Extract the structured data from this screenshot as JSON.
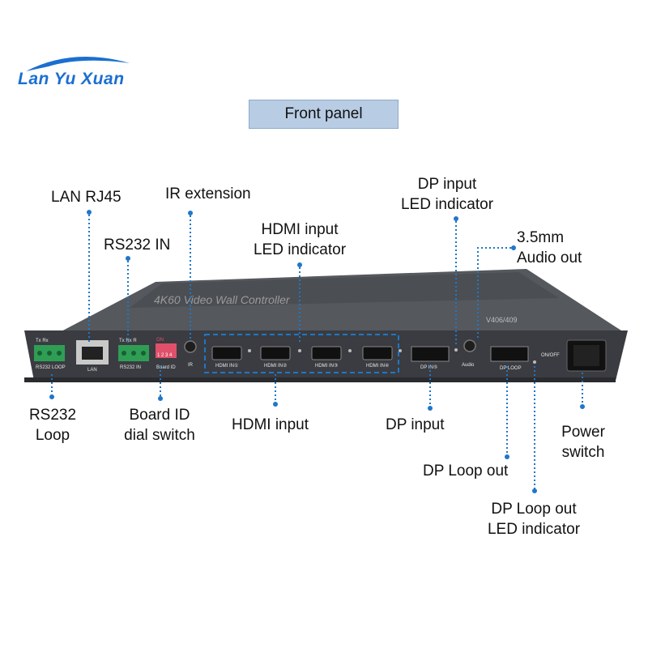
{
  "brand": {
    "logo_text": "Lan Yu Xuan",
    "color": "#1a6fd1"
  },
  "title": "Front panel",
  "device": {
    "model_text": "4K60 Video Wall Controller",
    "model_code": "V406/409",
    "port_labels": {
      "rs232_loop": "RS232  LOOP",
      "tx_rx_loop": "Tx  Rx",
      "lan": "LAN",
      "rs232_in": "RS232  IN",
      "tx_rx_in": "Tx  Rx  R",
      "board_id": "Board ID",
      "dip_on": "ON",
      "dip_nums": "1 2 3 4",
      "ir": "IR",
      "hdmi1": "HDMI IN①",
      "hdmi2": "HDMI IN②",
      "hdmi3": "HDMI IN③",
      "hdmi4": "HDMI IN④",
      "dp_in": "DP IN⑤",
      "audio": "Audio",
      "dp_loop": "DP LOOP",
      "on_off": "ON/OFF"
    }
  },
  "callouts": {
    "lan_rj45": "LAN RJ45",
    "ir_extension": "IR extension",
    "rs232_in": "RS232 IN",
    "hdmi_led_1": "HDMI input",
    "hdmi_led_2": "LED  indicator",
    "dp_led_1": "DP input",
    "dp_led_2": "LED  indicator",
    "audio_1": "3.5mm",
    "audio_2": "Audio out",
    "rs232_loop_1": "RS232",
    "rs232_loop_2": "Loop",
    "board_id_1": "Board ID",
    "board_id_2": "dial switch",
    "hdmi_input": "HDMI input",
    "dp_input": "DP input",
    "power_1": "Power",
    "power_2": "switch",
    "dp_loop_out": "DP Loop out",
    "dp_loop_led_1": "DP Loop out",
    "dp_loop_led_2": "LED indicator"
  },
  "colors": {
    "callout_line": "#1f77c8",
    "terminal_green": "#2e9e55",
    "dip_red": "#e0506a",
    "panel_dark": "#3a3c41"
  }
}
